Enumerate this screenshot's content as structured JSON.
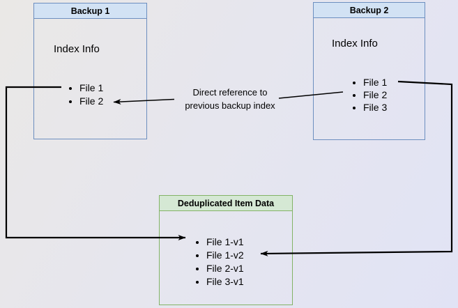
{
  "background": {
    "top_left": "#eae8e6",
    "mid": "#e6e6ee",
    "bottom_right": "#e1e3f5"
  },
  "colors": {
    "blue_fill": "#d2e2f4",
    "blue_stroke": "#6c8ebf",
    "green_fill": "#d5e8d4",
    "green_stroke": "#82b366",
    "arrow": "#000000"
  },
  "boxes": {
    "backup1": {
      "title": "Backup 1",
      "subtitle": "Index Info",
      "files": [
        "File 1",
        "File 2"
      ]
    },
    "backup2": {
      "title": "Backup 2",
      "subtitle": "Index Info",
      "files": [
        "File 1",
        "File 2",
        "File 3"
      ]
    },
    "dedup": {
      "title": "Deduplicated Item Data",
      "files": [
        "File 1-v1",
        "File 1-v2",
        "File 2-v1",
        "File 3-v1"
      ]
    }
  },
  "annotation": {
    "line1": "Direct reference to",
    "line2": "previous backup index"
  }
}
